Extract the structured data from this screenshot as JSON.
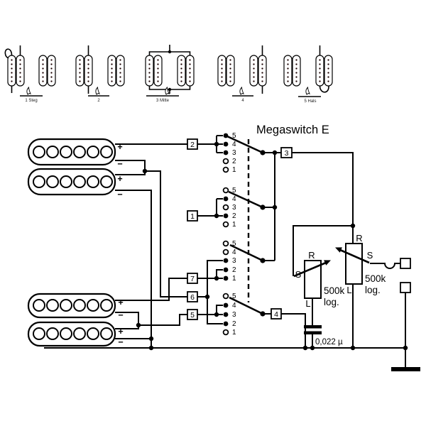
{
  "title": "Megaswitch E",
  "positions": [
    {
      "label": "1 Steg"
    },
    {
      "label": "2"
    },
    {
      "label": "3 Mitte"
    },
    {
      "label": "4"
    },
    {
      "label": "5 Hals"
    }
  ],
  "terminal_labels": [
    "1",
    "2",
    "3",
    "4",
    "5",
    "6",
    "7"
  ],
  "contact_numbers": [
    "5",
    "4",
    "3",
    "2",
    "1"
  ],
  "pot_volume": {
    "r": "R",
    "s": "S",
    "l": "L",
    "value": "500k",
    "taper": "log."
  },
  "pot_tone": {
    "r": "R",
    "s": "S",
    "l": "L",
    "value": "500k",
    "taper": "log."
  },
  "capacitor_value": "0,022 µ",
  "polarity": {
    "plus": "+",
    "minus": "−"
  },
  "colors": {
    "active_coil": "#dd0000",
    "inactive_coil": "#ffffff",
    "wire": "#000000"
  }
}
